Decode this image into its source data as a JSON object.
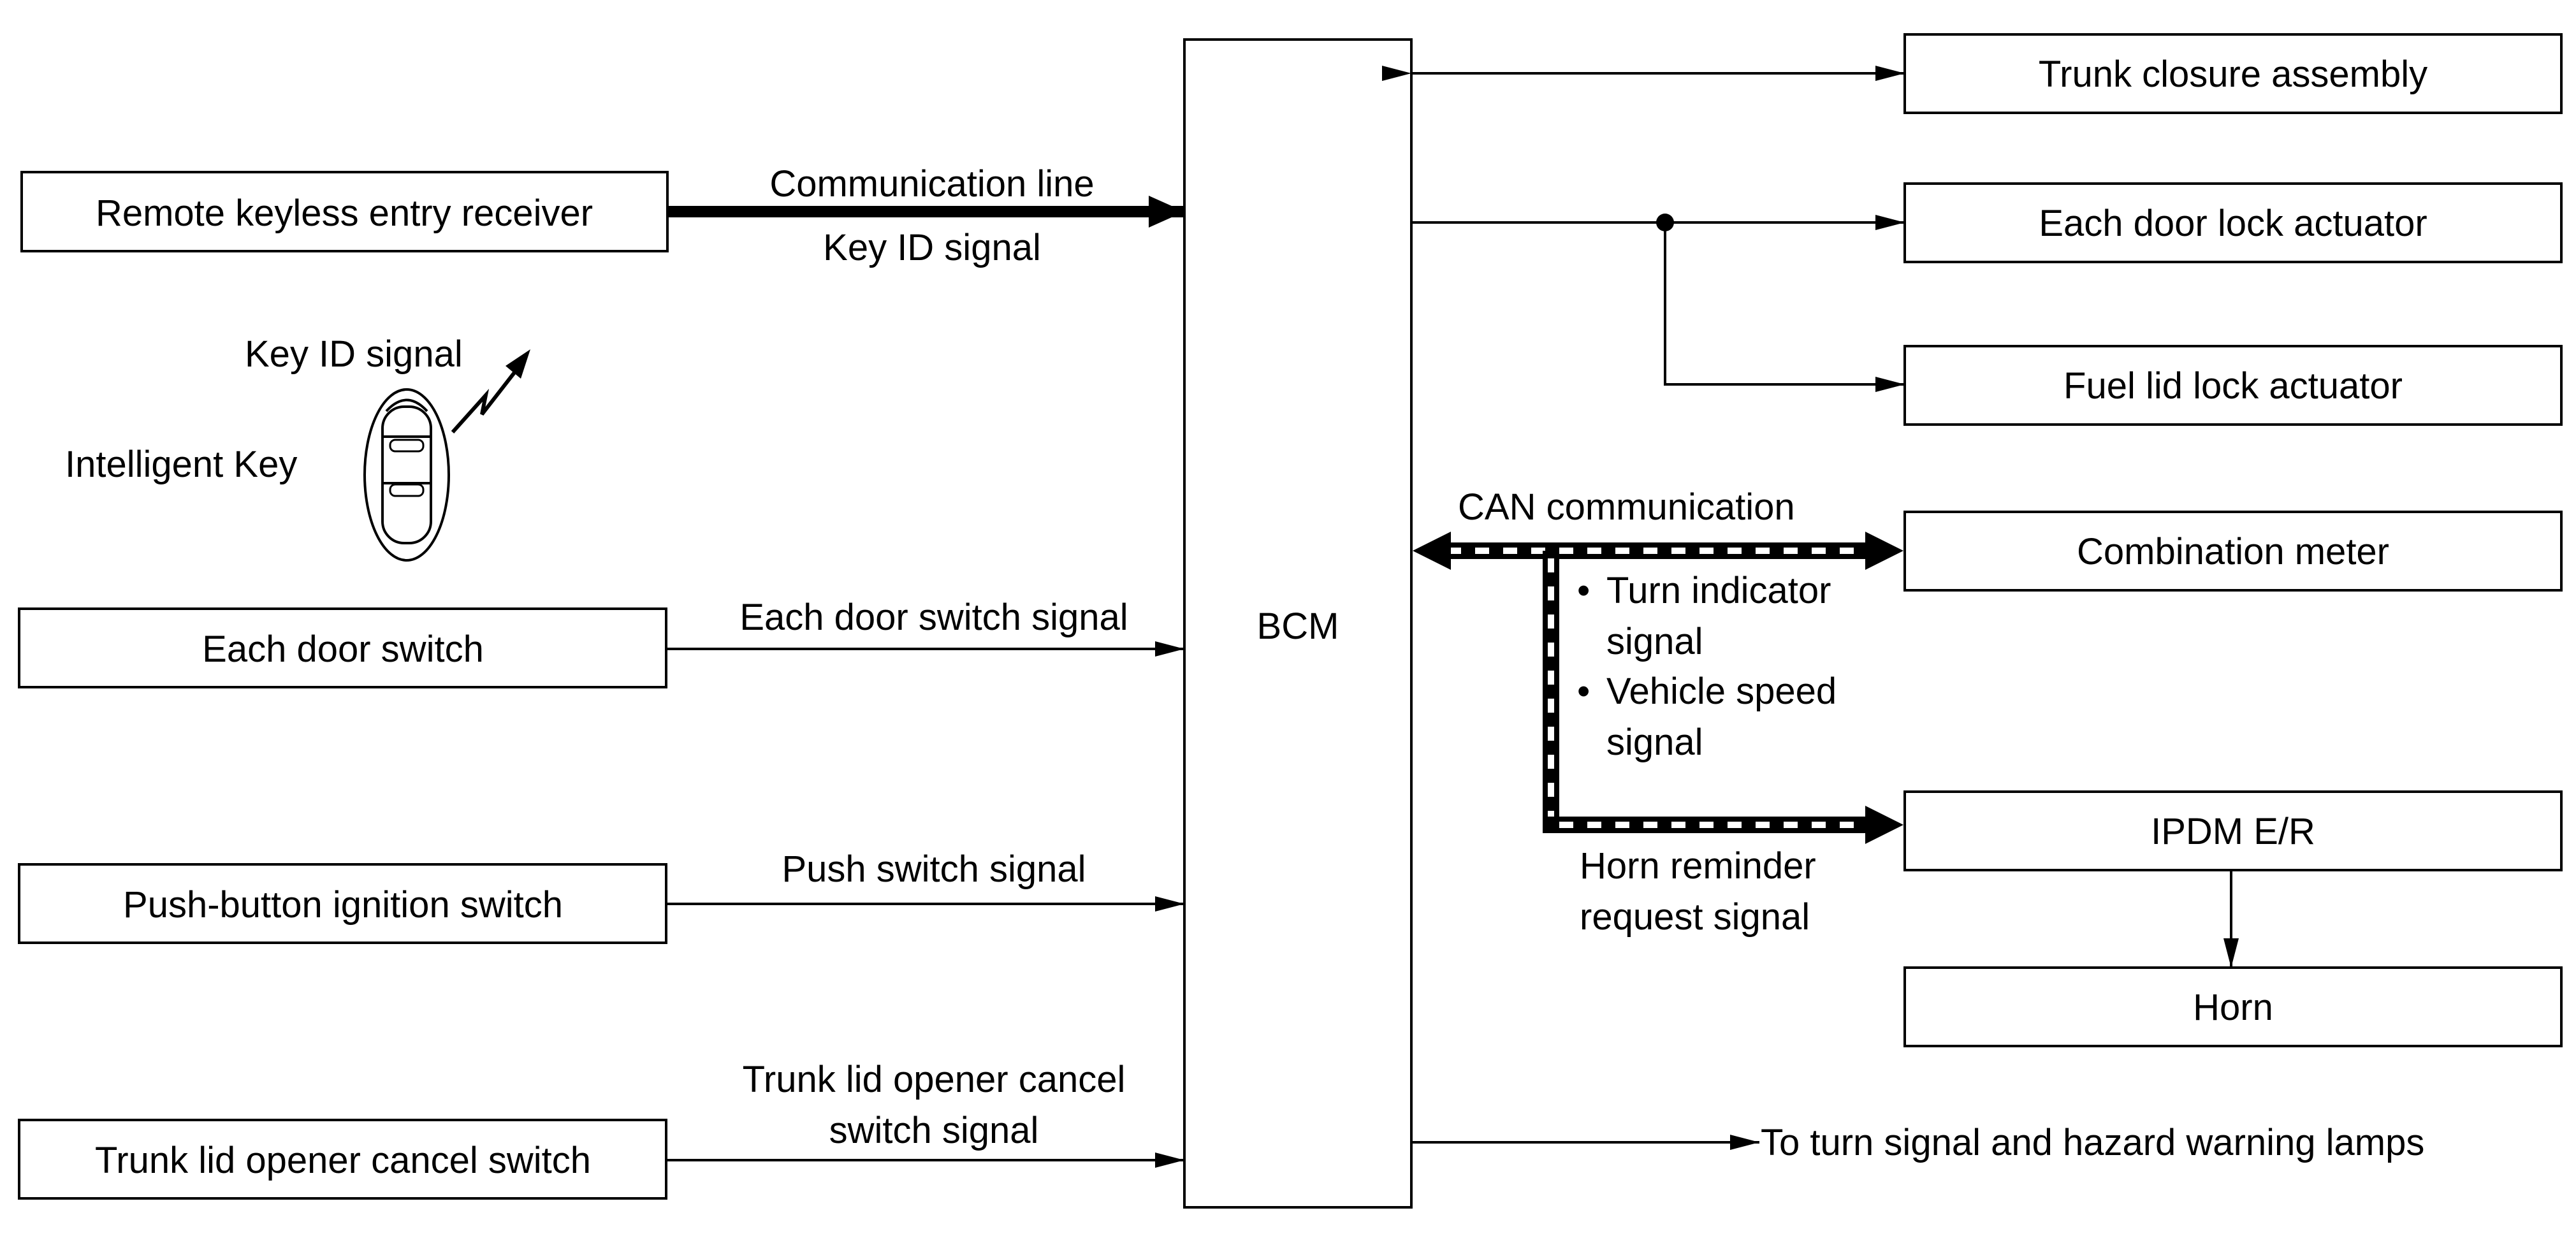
{
  "bcm": {
    "label": "BCM"
  },
  "inputs": {
    "remote_keyless_entry_receiver": "Remote keyless entry receiver",
    "each_door_switch": "Each door switch",
    "push_button_ignition_switch": "Push-button ignition switch",
    "trunk_lid_opener_cancel_switch": "Trunk lid opener cancel switch"
  },
  "intelligent_key": {
    "label": "Intelligent Key",
    "signal": "Key ID signal"
  },
  "input_signals": {
    "communication_line": "Communication line",
    "key_id_signal": "Key ID signal",
    "each_door_switch_signal": "Each door switch signal",
    "push_switch_signal": "Push switch signal",
    "trunk_cancel_line1": "Trunk lid opener cancel",
    "trunk_cancel_line2": "switch signal"
  },
  "outputs": {
    "trunk_closure_assembly": "Trunk closure assembly",
    "each_door_lock_actuator": "Each door lock actuator",
    "fuel_lid_lock_actuator": "Fuel lid lock actuator",
    "combination_meter": "Combination meter",
    "ipdm_er": "IPDM E/R",
    "horn": "Horn",
    "turn_signal_text": "To turn signal and hazard warning lamps"
  },
  "can": {
    "label": "CAN communication",
    "bullet": "•",
    "turn_indicator_line1": "Turn indicator",
    "turn_indicator_line2": "signal",
    "vehicle_speed_line1": "Vehicle speed",
    "vehicle_speed_line2": "signal",
    "horn_reminder_line1": "Horn reminder",
    "horn_reminder_line2": "request signal"
  }
}
